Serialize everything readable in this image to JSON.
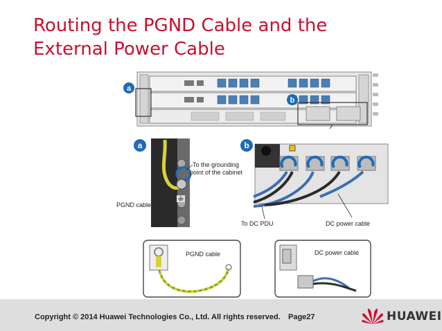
{
  "slide": {
    "title_line1": "Routing the PGND Cable and the",
    "title_line2": "External Power Cable"
  },
  "figure_top": {
    "label_a": "a",
    "label_b": "b"
  },
  "figure_a": {
    "marker": "a",
    "callout_grounding_line1": "To the grounding",
    "callout_grounding_line2": "point of the cabinet",
    "callout_pgnd": "PGND cable"
  },
  "figure_b": {
    "marker": "b",
    "callout_dc_pdu": "To DC PDU",
    "callout_dc_power": "DC power cable"
  },
  "inset_pgnd": {
    "label": "PGND cable"
  },
  "inset_dc": {
    "label": "DC power cable"
  },
  "footer": {
    "copyright": "Copyright © 2014 Huawei Technologies Co., Ltd. All rights reserved.",
    "page": "Page27",
    "brand": "HUAWEI"
  },
  "colors": {
    "title_red": "#c8102e",
    "callout_blue": "#1e6bb8",
    "footer_gray": "#dedede",
    "cable_blue": "#3b6fb0",
    "cable_yellow": "#d8d23a",
    "cable_green": "#4aa04a"
  }
}
